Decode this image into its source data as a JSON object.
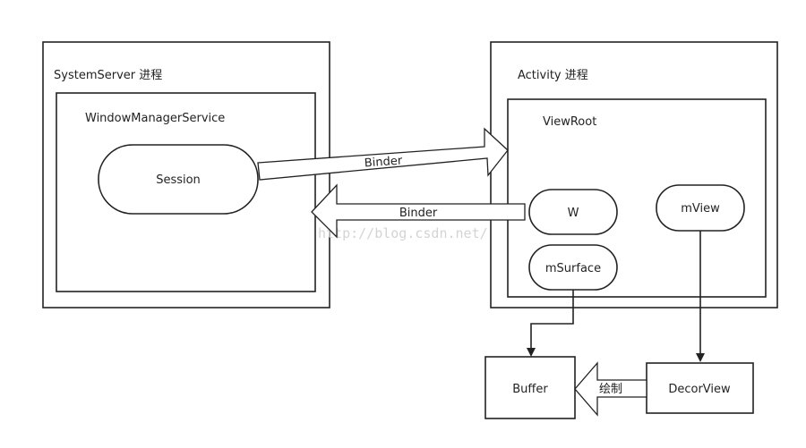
{
  "diagram": {
    "system_server": {
      "title": "SystemServer 进程"
    },
    "window_manager_service": {
      "title": "WindowManagerService"
    },
    "session": {
      "label": "Session"
    },
    "activity": {
      "title": "Activity 进程"
    },
    "view_root": {
      "title": "ViewRoot"
    },
    "w": {
      "label": "W"
    },
    "m_view": {
      "label": "mView"
    },
    "m_surface": {
      "label": "mSurface"
    },
    "buffer": {
      "label": "Buffer"
    },
    "decor_view": {
      "label": "DecorView"
    },
    "arrows": {
      "binder_to_activity": "Binder",
      "binder_to_server": "Binder",
      "draw": "绘制"
    },
    "watermark": "http://blog.csdn.net/"
  }
}
